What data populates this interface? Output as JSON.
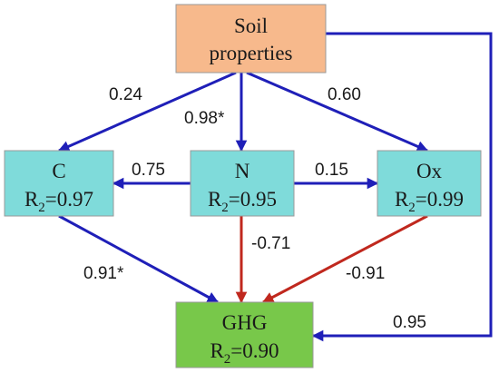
{
  "colors": {
    "soil_box": "#F7B98C",
    "mid_box": "#7FDBDA",
    "ghg_box": "#78C84A",
    "box_border": "#999999",
    "blue_arrow": "#1F1FB8",
    "red_arrow": "#C0281E"
  },
  "nodes": {
    "soil": {
      "line1": "Soil",
      "line2": "properties"
    },
    "c": {
      "name": "C",
      "r_base": "R",
      "r_sub": "2",
      "r_value": "=0.97"
    },
    "n": {
      "name": "N",
      "r_base": "R",
      "r_sub": "2",
      "r_value": "=0.95"
    },
    "ox": {
      "name": "Ox",
      "r_base": "R",
      "r_sub": "2",
      "r_value": "=0.99"
    },
    "ghg": {
      "name": "GHG",
      "r_base": "R",
      "r_sub": "2",
      "r_value": "=0.90"
    }
  },
  "paths": {
    "soil_to_c": {
      "value": "0.24",
      "effect": "positive"
    },
    "soil_to_n": {
      "value": "0.98*",
      "effect": "positive"
    },
    "soil_to_ox": {
      "value": "0.60",
      "effect": "positive"
    },
    "n_to_c": {
      "value": "0.75",
      "effect": "positive"
    },
    "n_to_ox": {
      "value": "0.15",
      "effect": "positive"
    },
    "n_to_ghg": {
      "value": "-0.71",
      "effect": "negative"
    },
    "c_to_ghg": {
      "value": "0.91*",
      "effect": "positive"
    },
    "ox_to_ghg": {
      "value": "-0.91",
      "effect": "negative"
    },
    "soil_to_ghg": {
      "value": "0.95",
      "effect": "positive"
    }
  }
}
